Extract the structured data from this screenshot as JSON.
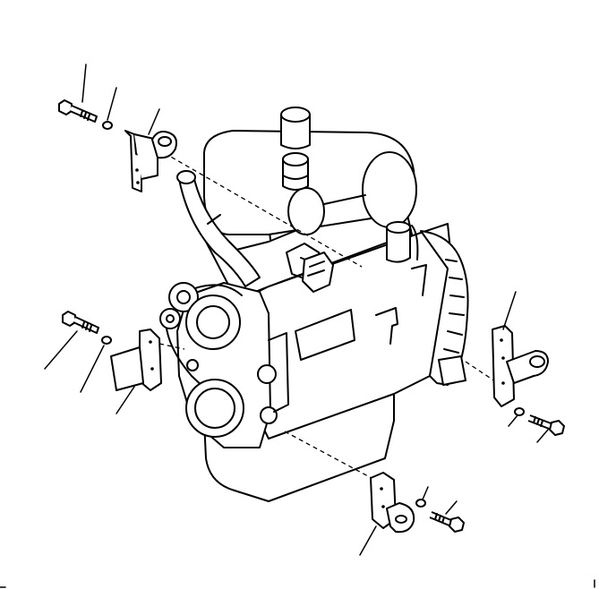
{
  "diagram": {
    "parts": [
      "engine-assembly",
      "front-left-upper-mount-bracket",
      "front-left-lower-mount-bracket",
      "rear-right-mount-bracket",
      "front-right-lower-mount-bracket",
      "mounting-bolts",
      "mounting-washers"
    ],
    "callouts": 12,
    "line_color": "#000000",
    "background_color": "#ffffff"
  }
}
